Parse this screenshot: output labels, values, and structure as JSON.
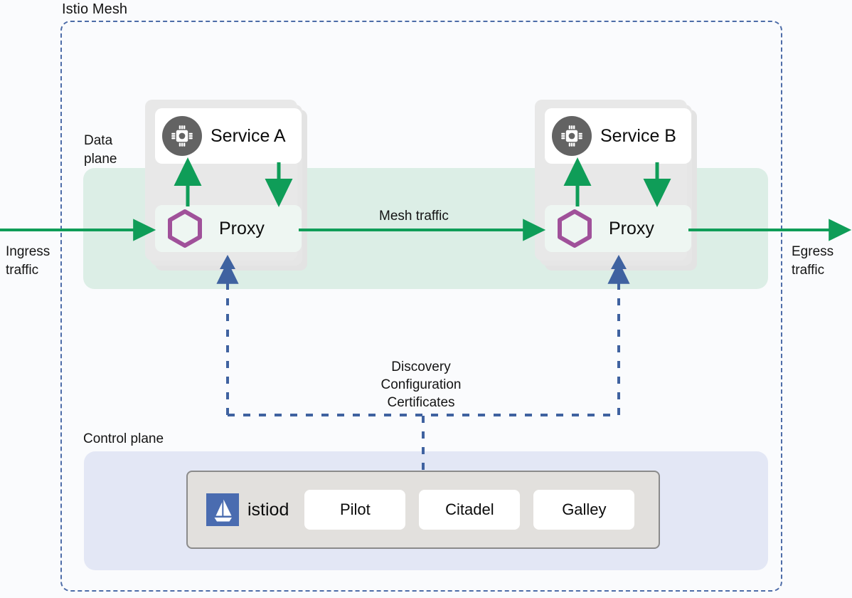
{
  "diagram": {
    "title": "Istio Mesh",
    "background_color": "#fafbfd",
    "mesh_border_color": "#4d6ca8"
  },
  "planes": {
    "data_plane_label": "Data\nplane",
    "control_plane_label": "Control plane",
    "data_plane_band_color": "#dceee6",
    "control_plane_band_color": "#e3e7f5"
  },
  "traffic": {
    "ingress_label": "Ingress\ntraffic",
    "egress_label": "Egress\ntraffic",
    "mesh_label": "Mesh traffic",
    "arrow_color": "#0f9d58"
  },
  "control_signal": {
    "label": "Discovery\nConfiguration\nCertificates",
    "line_color": "#4d6ca8"
  },
  "pods": [
    {
      "id": "pod-a",
      "service_name": "Service A",
      "service_icon": "cpu-chip-icon",
      "proxy_name": "Proxy",
      "proxy_icon": "envoy-hexagon-icon",
      "proxy_icon_color": "#a0519a"
    },
    {
      "id": "pod-b",
      "service_name": "Service B",
      "service_icon": "cpu-chip-icon",
      "proxy_name": "Proxy",
      "proxy_icon": "envoy-hexagon-icon",
      "proxy_icon_color": "#a0519a"
    }
  ],
  "istiod": {
    "logo_icon": "istio-sailboat-logo",
    "logo_color": "#4a6cb0",
    "name": "istiod",
    "components": [
      {
        "label": "Pilot"
      },
      {
        "label": "Citadel"
      },
      {
        "label": "Galley"
      }
    ]
  }
}
